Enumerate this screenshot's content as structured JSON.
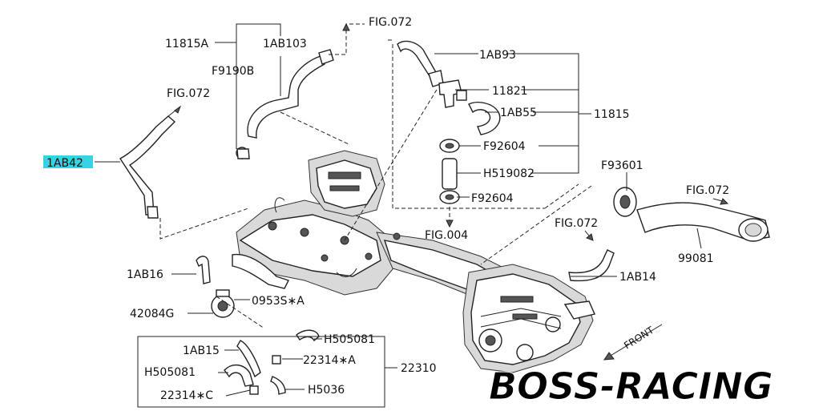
{
  "labels": {
    "l_11815A": "11815A",
    "l_1AB103": "1AB103",
    "l_F9190B": "F9190B",
    "l_fig072_top": "FIG.072",
    "l_fig072_left": "FIG.072",
    "l_1AB42": "1AB42",
    "l_1AB93": "1AB93",
    "l_11821": "11821",
    "l_1AB55": "1AB55",
    "l_11815": "11815",
    "l_F92604_a": "F92604",
    "l_H519082": "H519082",
    "l_F92604_b": "F92604",
    "l_fig004": "FIG.004",
    "l_F93601": "F93601",
    "l_fig072_right": "FIG.072",
    "l_fig072_mid": "FIG.072",
    "l_99081": "99081",
    "l_1AB14": "1AB14",
    "l_1AB16": "1AB16",
    "l_0953SA": "0953S∗A",
    "l_42084G": "42084G",
    "l_H505081_a": "H505081",
    "l_1AB15": "1AB15",
    "l_22314A": "22314∗A",
    "l_22310": "22310",
    "l_H505081_b": "H505081",
    "l_22314C": "22314∗C",
    "l_H5036": "H5036",
    "front": "FRONT"
  },
  "highlighted_part": "1AB42",
  "highlight_color": "#35d3e3",
  "watermark": "BOSS-RACING"
}
